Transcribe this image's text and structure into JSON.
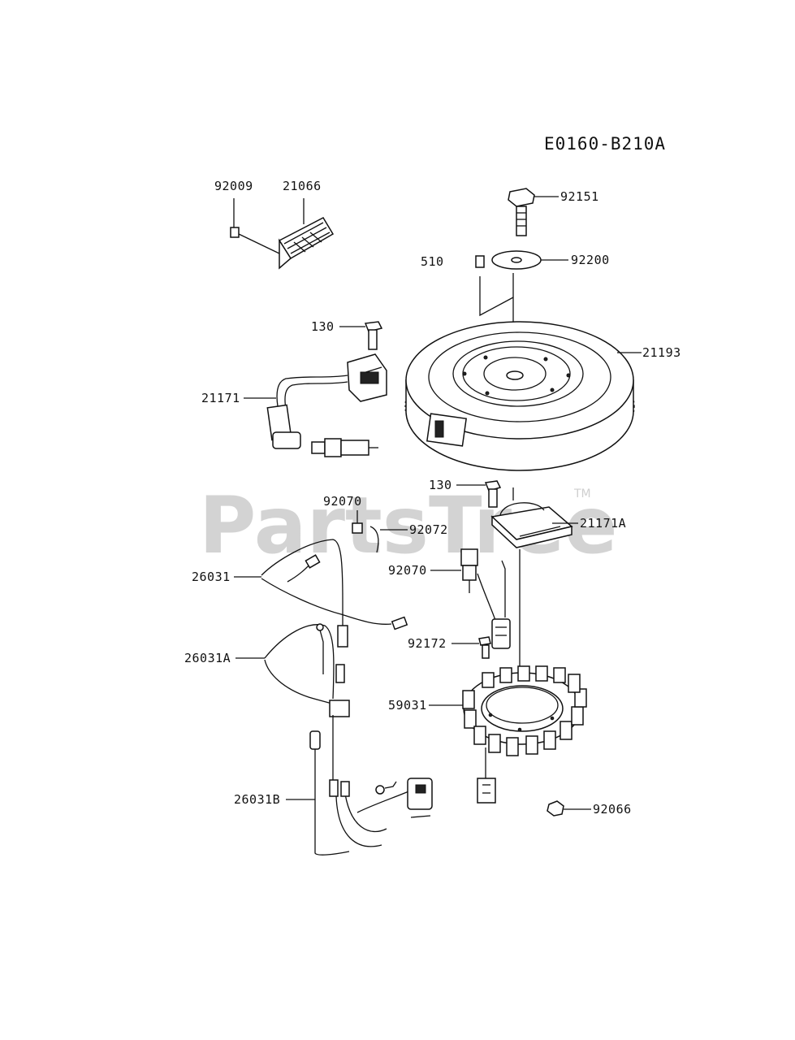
{
  "diagram_code": "E0160-B210A",
  "watermark": {
    "text": "PartsTree",
    "mark": "TM"
  },
  "parts": [
    {
      "label": "92009"
    },
    {
      "label": "21066"
    },
    {
      "label": "92151"
    },
    {
      "label": "510"
    },
    {
      "label": "92200"
    },
    {
      "label": "130"
    },
    {
      "label": "21193"
    },
    {
      "label": "21171"
    },
    {
      "label": "130"
    },
    {
      "label": "92070"
    },
    {
      "label": "21171A"
    },
    {
      "label": "92072"
    },
    {
      "label": "26031"
    },
    {
      "label": "92070"
    },
    {
      "label": "26031A"
    },
    {
      "label": "92172"
    },
    {
      "label": "59031"
    },
    {
      "label": "26031B"
    },
    {
      "label": "92066"
    }
  ]
}
